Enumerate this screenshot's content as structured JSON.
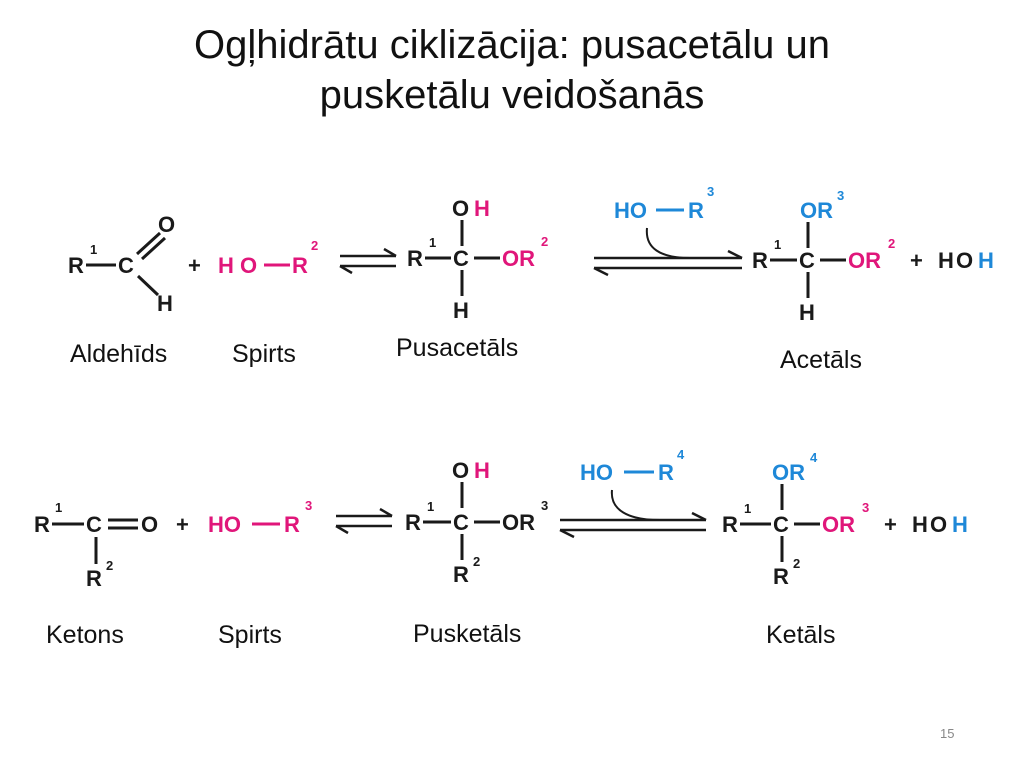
{
  "slide": {
    "title_line1": "Ogļhidrātu ciklizācija: pusacetālu un",
    "title_line2": "pusketālu veidošanās",
    "page_number": "15"
  },
  "colors": {
    "black": "#1a1a1a",
    "magenta": "#e0167a",
    "blue": "#1e88d8"
  },
  "reaction1": {
    "captions": {
      "reactant1": "Aldehīds",
      "reactant2": "Spirts",
      "intermediate": "Pusacetāls",
      "product": "Acetāls"
    }
  },
  "reaction2": {
    "captions": {
      "reactant1": "Ketons",
      "reactant2": "Spirts",
      "intermediate": "Pusketāls",
      "product": "Ketāls"
    }
  }
}
